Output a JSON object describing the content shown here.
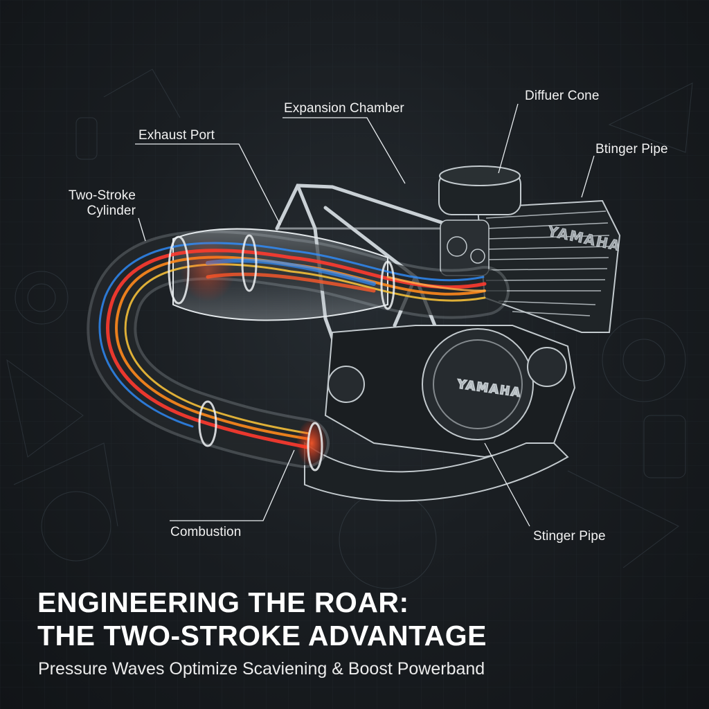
{
  "callouts": {
    "expansion_chamber": "Expansion Chamber",
    "diffuser_cone": "Diffuer Cone",
    "exhaust_port": "Exhaust Port",
    "stinger_pipe_top": "Btinger Pipe",
    "two_stroke_cylinder": [
      "Two-Stroke",
      "Cylinder"
    ],
    "combustion": "Combustion",
    "stinger_pipe_bottom": "Stinger Pipe"
  },
  "engine_brand": "YAMAHA",
  "headline": [
    "ENGINEERING THE ROAR:",
    "THE TWO-STROKE ADVANTAGE"
  ],
  "subtitle": "Pressure Waves Optimize Scaviening & Boost Powerband",
  "colors": {
    "background": "#15191d",
    "blueprint_line": "#5b6a76",
    "flow_red": "#ff3b2f",
    "flow_orange": "#ff8a1c",
    "flow_yellow": "#ffc83a",
    "flow_blue": "#2f8fff"
  }
}
